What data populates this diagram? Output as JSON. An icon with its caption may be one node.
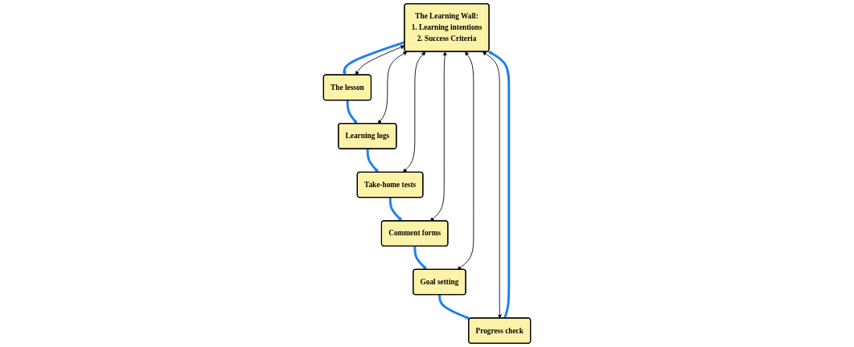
{
  "diagram": {
    "nodes": [
      {
        "text": [
          "The Learning Wall:",
          "1. Learning intentions",
          "2. Success Criteria"
        ]
      },
      {
        "text": [
          "Progress check"
        ]
      },
      {
        "text": [
          "The lesson"
        ]
      },
      {
        "text": [
          "Goal setting"
        ]
      },
      {
        "text": [
          "Comment forms"
        ]
      },
      {
        "text": [
          "Take-home tests"
        ]
      },
      {
        "text": [
          "Learning logs"
        ]
      }
    ],
    "edges": [
      {
        "from": 1,
        "to": 0,
        "arrow": "to"
      },
      {
        "from": 0,
        "to": 2,
        "arrow": "to"
      },
      {
        "from": 2,
        "to": 6,
        "arrow": "to"
      },
      {
        "from": 6,
        "to": 5,
        "arrow": "to"
      },
      {
        "from": 5,
        "to": 4,
        "arrow": "to"
      },
      {
        "from": 4,
        "to": 3,
        "arrow": "to"
      },
      {
        "from": 3,
        "to": 1,
        "arrow": "to"
      },
      {
        "from": 0,
        "to": 1,
        "arrow": "both",
        "color": "#000000"
      },
      {
        "from": 0,
        "to": 2,
        "arrow": "both",
        "color": "#000000"
      },
      {
        "from": 0,
        "to": 3,
        "arrow": "both",
        "color": "#000000"
      },
      {
        "from": 0,
        "to": 4,
        "arrow": "both",
        "color": "#000000"
      },
      {
        "from": 0,
        "to": 5,
        "arrow": "both",
        "color": "#000000"
      },
      {
        "from": 0,
        "to": 6,
        "arrow": "both",
        "color": "#000000"
      }
    ]
  }
}
